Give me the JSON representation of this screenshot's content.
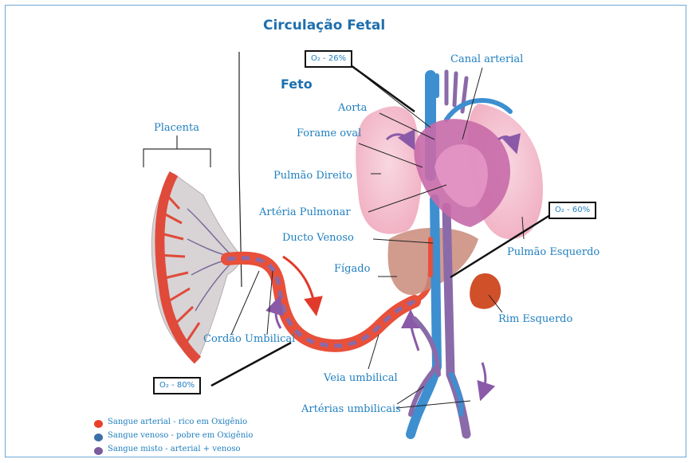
{
  "title": "Circulação Fetal",
  "subtitle": "Feto",
  "oxygen_boxes": {
    "top": "O₂ - 26%",
    "right": "O₂ - 60%",
    "bottom": "O₂ - 80%"
  },
  "labels": {
    "placenta": "Placenta",
    "canal_arterial": "Canal arterial",
    "aorta": "Aorta",
    "forame_oval": "Forame oval",
    "pulmao_direito": "Pulmão Direito",
    "arteria_pulmonar": "Artéria Pulmonar",
    "ducto_venoso": "Ducto Venoso",
    "figado": "Fígado",
    "pulmao_esquerdo": "Pulmão Esquerdo",
    "rim_esquerdo": "Rim Esquerdo",
    "cordao_umbilical": "Cordão Umbilical",
    "veia_umbilical": "Veia umbilical",
    "arterias_umbilicais": "Artérias umbilicais"
  },
  "legend": [
    {
      "text": "Sangue arterial - rico em Oxigênio",
      "color": "#e8402a"
    },
    {
      "text": "Sangue venoso - pobre em Oxigênio",
      "color": "#3d6fa8"
    },
    {
      "text": "Sangue misto - arterial + venoso",
      "color": "#7b5a9e"
    }
  ],
  "colors": {
    "arterial": "#e8402a",
    "venous": "#3d8fd0",
    "mixed": "#8a6aa8",
    "lung": "#f2b8c8",
    "liver": "#c98a7a",
    "heart": "#c86aa8",
    "label": "#1f7fbf",
    "frame": "#6fa8d4"
  }
}
